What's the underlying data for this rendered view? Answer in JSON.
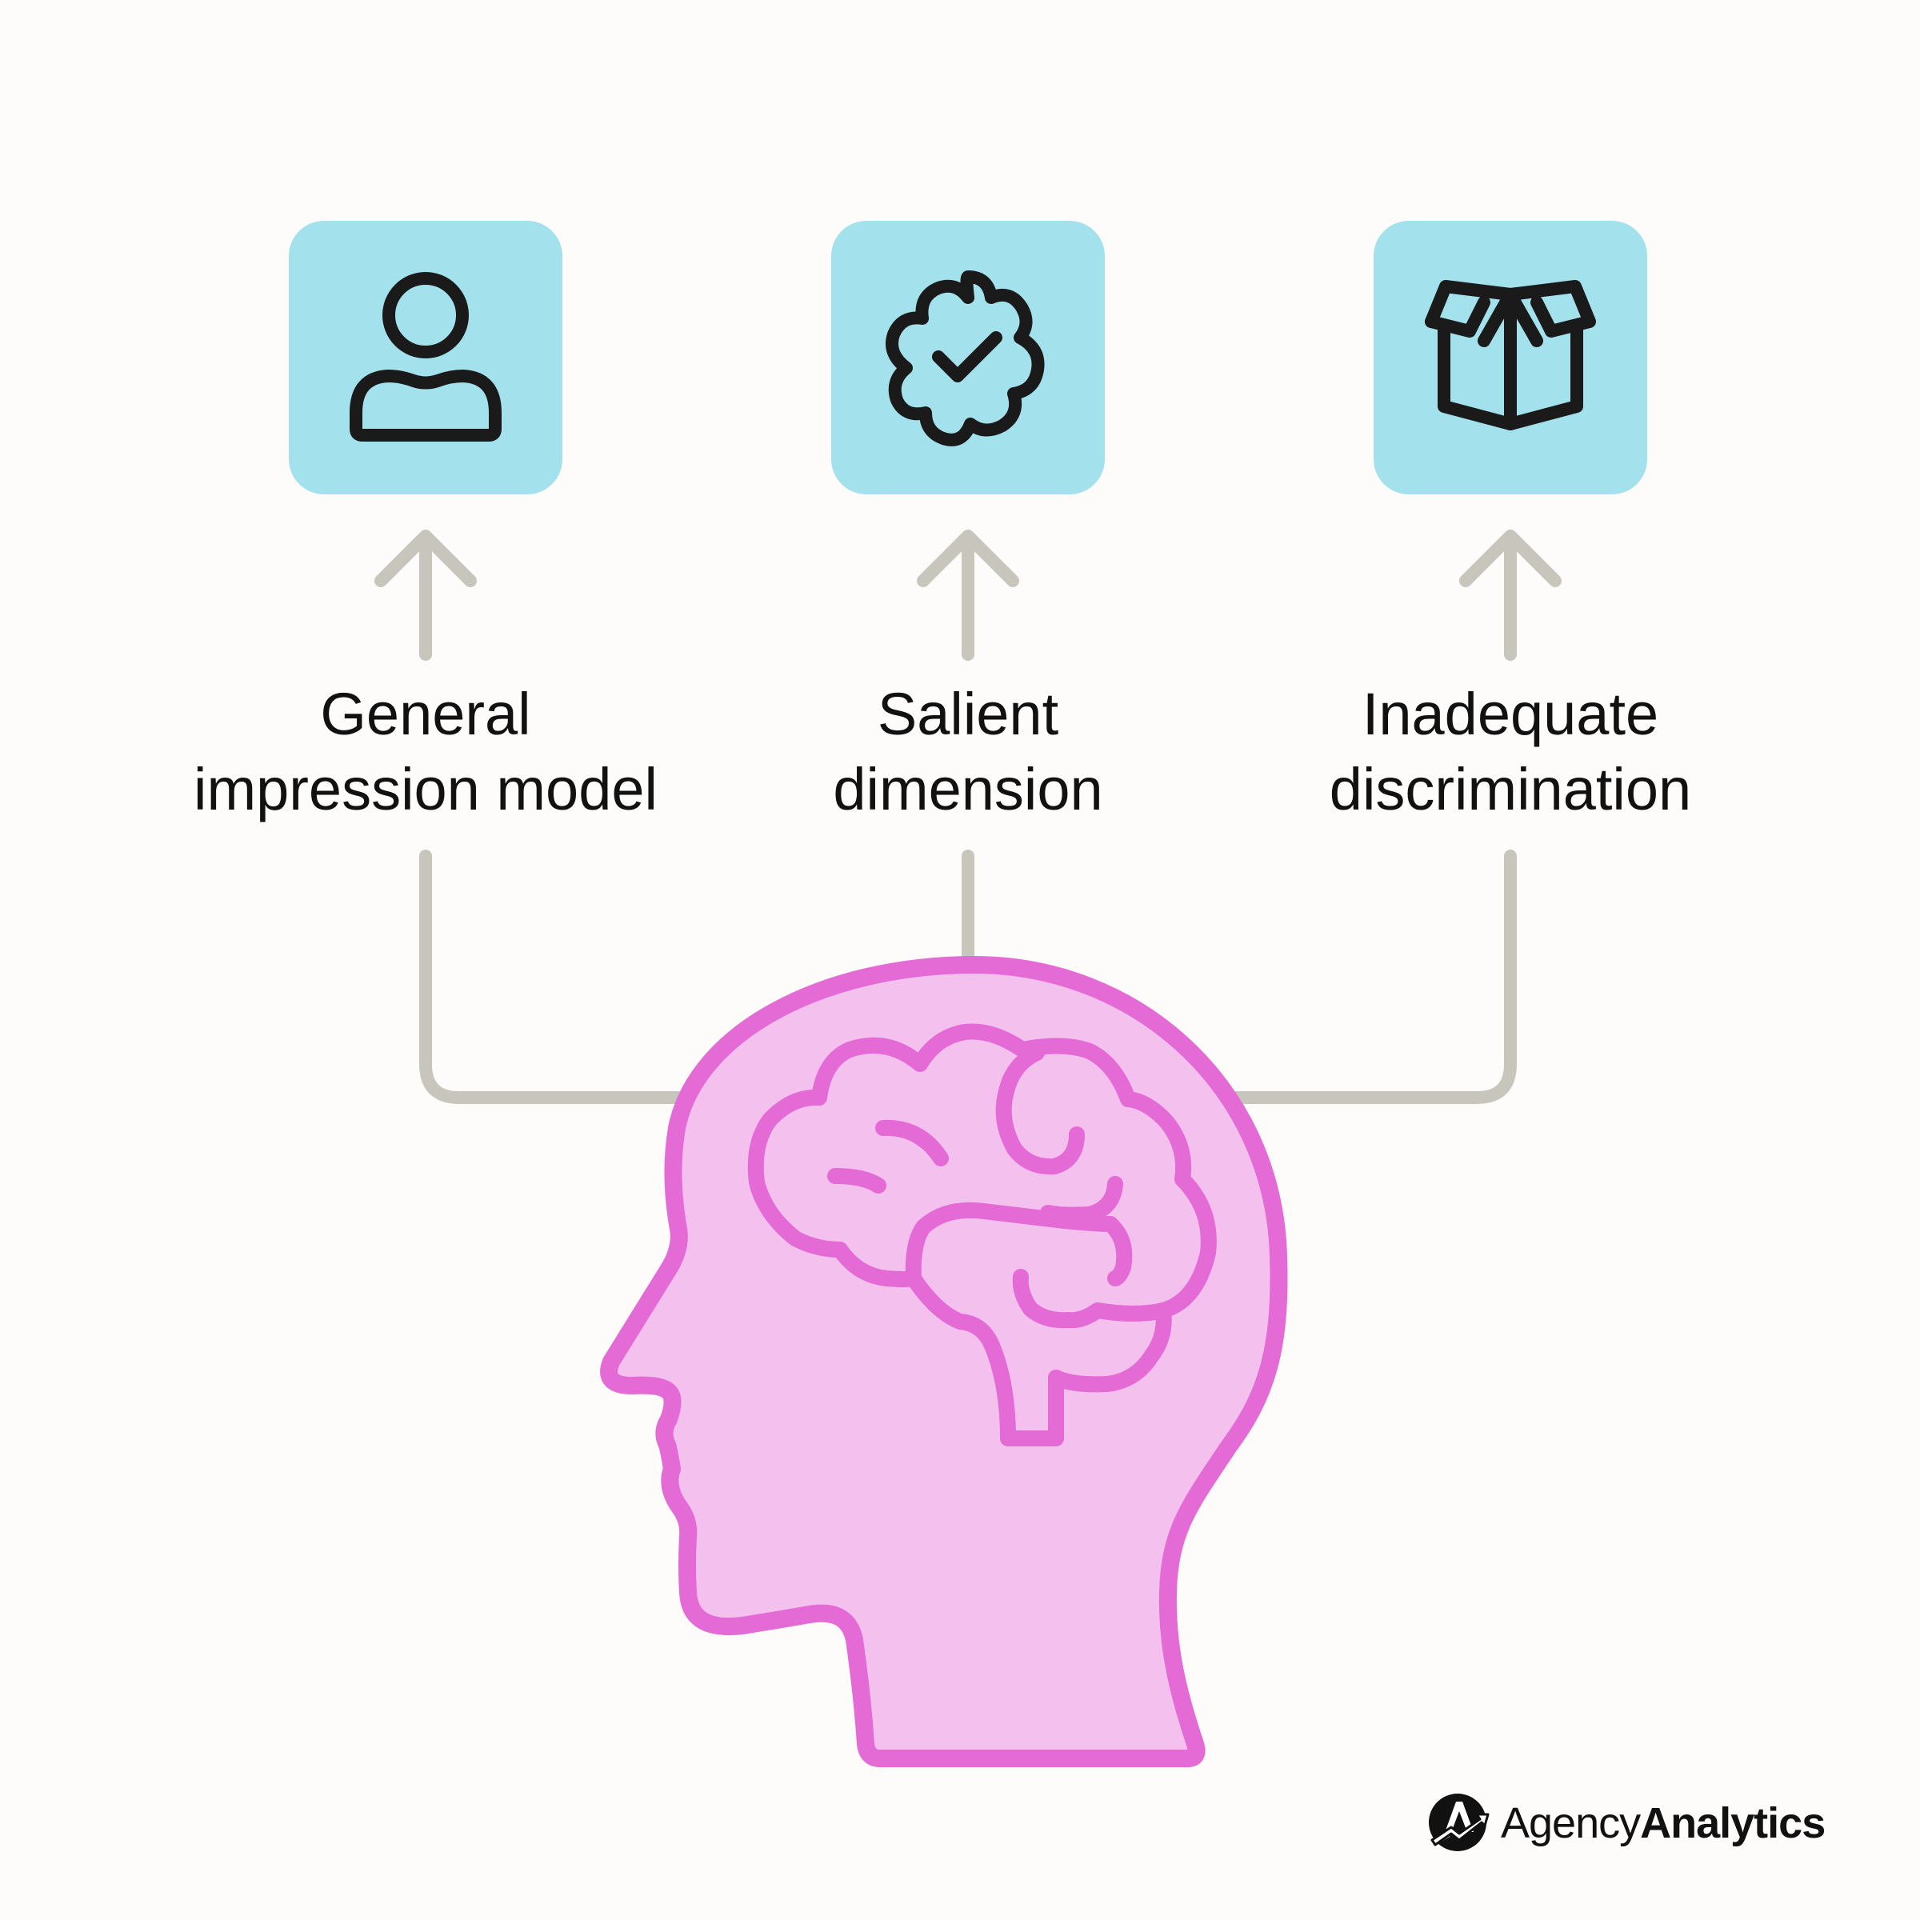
{
  "diagram": {
    "nodes": [
      {
        "id": "general",
        "icon": "user-icon",
        "line1": "General",
        "line2": "impression model"
      },
      {
        "id": "salient",
        "icon": "verified-badge-icon",
        "line1": "Salient",
        "line2": "dimension"
      },
      {
        "id": "inadequate",
        "icon": "open-box-icon",
        "line1": "Inadequate",
        "line2": "discrimination"
      }
    ],
    "center_icon": "head-brain-icon",
    "colors": {
      "background": "#FDFCFA",
      "tile": "#A3E1EC",
      "connector": "#C8C6BC",
      "head_fill": "#F4C0EE",
      "head_stroke": "#E46AD6",
      "text": "#111111"
    }
  },
  "brand": {
    "logo_icon": "agencyanalytics-logo-icon",
    "name_light": "Agency",
    "name_bold": "Analytics"
  }
}
